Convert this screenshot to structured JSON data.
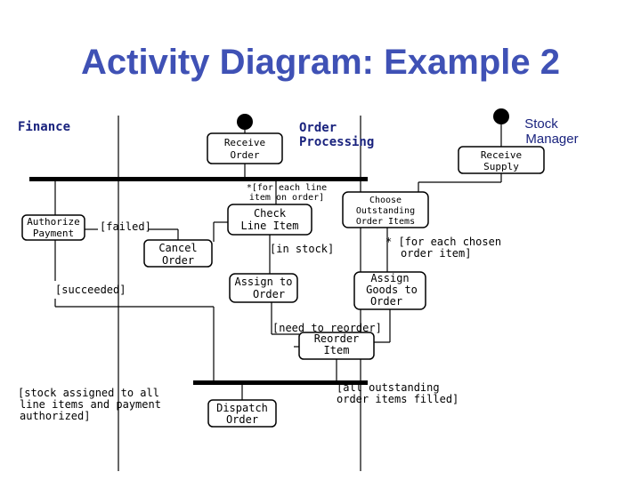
{
  "title": "Activity Diagram: Example 2",
  "lanes": {
    "finance": "Finance",
    "order_processing": [
      "Order",
      "Processing"
    ],
    "stock_manager": [
      "Stock",
      "Manager"
    ]
  },
  "activities": {
    "receive_order": [
      "Receive",
      "Order"
    ],
    "receive_supply": [
      "Receive",
      "Supply"
    ],
    "authorize_payment": [
      "Authorize",
      "Payment"
    ],
    "check_line_item": [
      "Check",
      "Line Item"
    ],
    "choose_outstanding": [
      "Choose",
      "Outstanding",
      "Order Items"
    ],
    "cancel_order": [
      "Cancel",
      "Order"
    ],
    "assign_to_order": [
      "Assign to",
      "Order"
    ],
    "assign_goods": [
      "Assign",
      "Goods to",
      "Order"
    ],
    "reorder_item": [
      "Reorder",
      "Item"
    ],
    "dispatch_order": [
      "Dispatch",
      "Order"
    ]
  },
  "guards": {
    "for_each_line": [
      "*[for each line",
      "item on order]"
    ],
    "failed": "[failed]",
    "in_stock": "[in stock]",
    "for_each_chosen": [
      "* [for each chosen",
      "order item]"
    ],
    "succeeded": "[succeeded]",
    "need_to_reorder": "[need to reorder]",
    "stock_assigned": [
      "[stock assigned to all",
      "line items and payment",
      "authorized]"
    ],
    "all_outstanding": [
      "[all outstanding",
      "order items filled]"
    ]
  }
}
